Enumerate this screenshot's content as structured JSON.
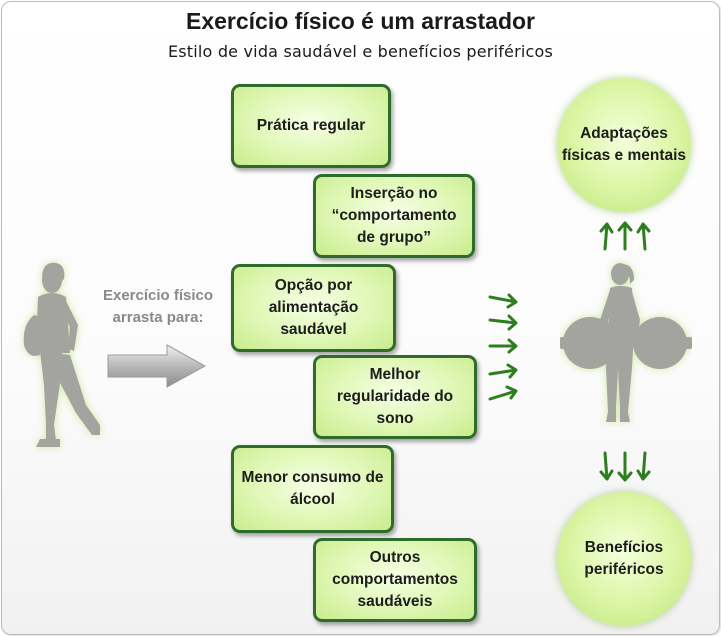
{
  "title": "Exercício físico é um arrastador",
  "subtitle": "Estilo de vida saudável e benefícios periféricos",
  "side_label": "Exercício físico arrasta para:",
  "boxes": [
    "Prática regular",
    "Inserção no “comportamento de grupo”",
    "Opção por alimentação saudável",
    "Melhor regularidade do sono",
    "Menor consumo de álcool",
    "Outros comportamentos saudáveis"
  ],
  "circles": {
    "top": "Adaptações físicas e mentais",
    "bottom": "Benefícios periféricos"
  },
  "colors": {
    "box_border": "#2f6b2a",
    "box_fill": "#dff7b5",
    "arrow": "#2e7d1e",
    "figure": "#a3a3a0",
    "side_label": "#8a8a8a"
  },
  "icons": {
    "walker": "walking-person-icon",
    "lifter": "weightlifter-icon",
    "drag_arrow": "block-arrow-icon"
  }
}
